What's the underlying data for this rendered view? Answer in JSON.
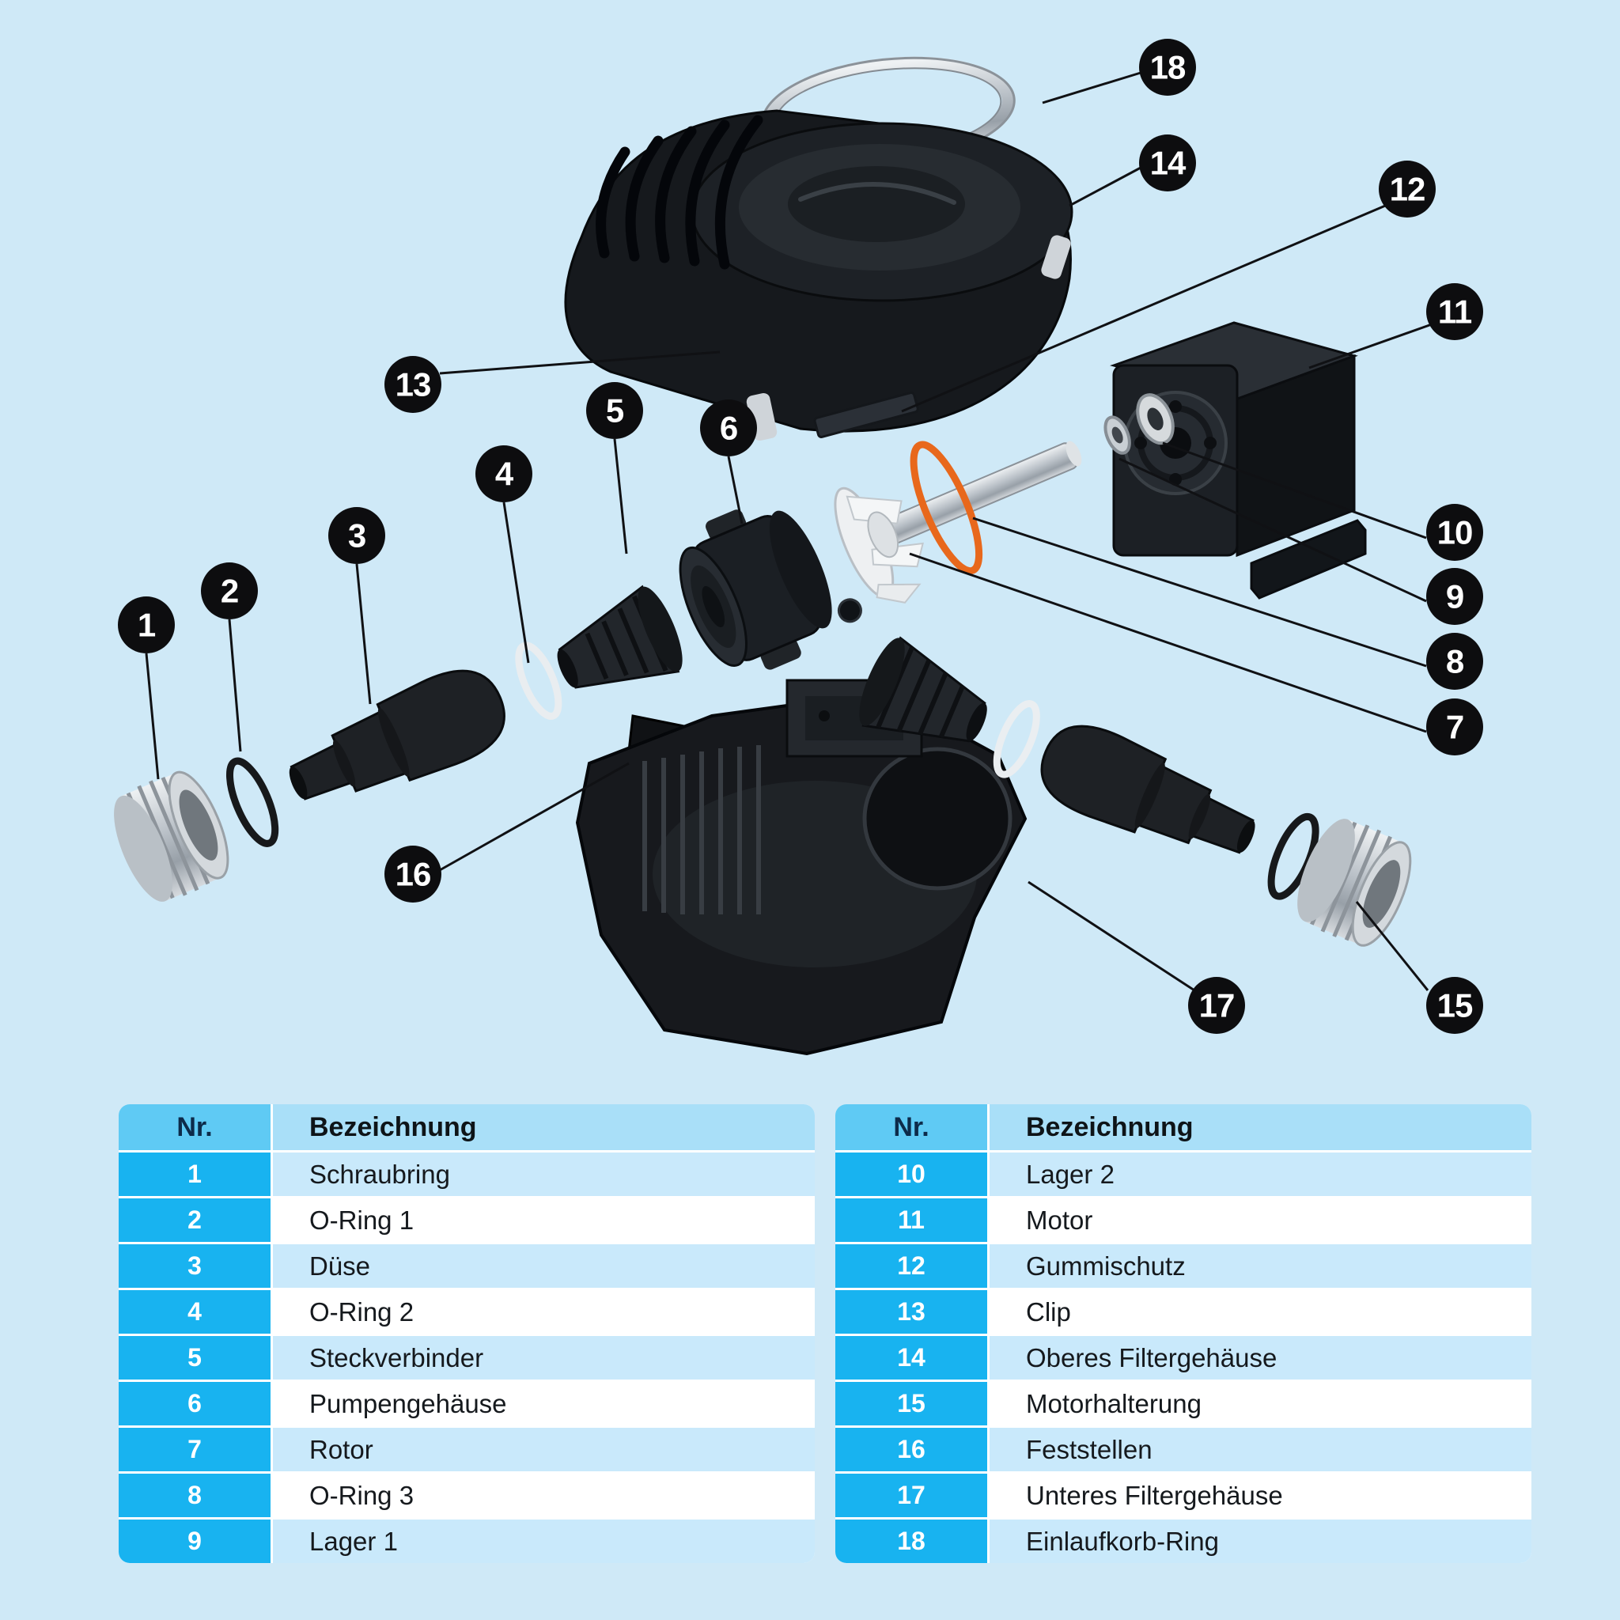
{
  "colors": {
    "bg": "#cfe9f7",
    "badge": "#0d0d0f",
    "badge_text": "#ffffff",
    "num_cell": "#18b3f0",
    "hdr_nr": "#5fcaf4",
    "hdr_name": "#a9dff8",
    "row_alt": "#c9e9fb",
    "row_plain": "#ffffff",
    "orange": "#e8681c"
  },
  "diagram": {
    "callouts": [
      "1",
      "2",
      "3",
      "4",
      "5",
      "6",
      "7",
      "8",
      "9",
      "10",
      "11",
      "12",
      "13",
      "14",
      "15",
      "16",
      "17",
      "18"
    ]
  },
  "table": {
    "header": {
      "nr": "Nr.",
      "name": "Bezeichnung"
    },
    "left_rows": [
      {
        "nr": "1",
        "name": "Schraubring"
      },
      {
        "nr": "2",
        "name": "O-Ring 1"
      },
      {
        "nr": "3",
        "name": "Düse"
      },
      {
        "nr": "4",
        "name": "O-Ring 2"
      },
      {
        "nr": "5",
        "name": "Steckverbinder"
      },
      {
        "nr": "6",
        "name": "Pumpengehäuse"
      },
      {
        "nr": "7",
        "name": "Rotor"
      },
      {
        "nr": "8",
        "name": "O-Ring 3"
      },
      {
        "nr": "9",
        "name": "Lager 1"
      }
    ],
    "right_rows": [
      {
        "nr": "10",
        "name": "Lager 2"
      },
      {
        "nr": "11",
        "name": "Motor"
      },
      {
        "nr": "12",
        "name": "Gummischutz"
      },
      {
        "nr": "13",
        "name": "Clip"
      },
      {
        "nr": "14",
        "name": "Oberes Filtergehäuse"
      },
      {
        "nr": "15",
        "name": "Motorhalterung"
      },
      {
        "nr": "16",
        "name": "Feststellen"
      },
      {
        "nr": "17",
        "name": "Unteres Filtergehäuse"
      },
      {
        "nr": "18",
        "name": "Einlaufkorb-Ring"
      }
    ]
  }
}
